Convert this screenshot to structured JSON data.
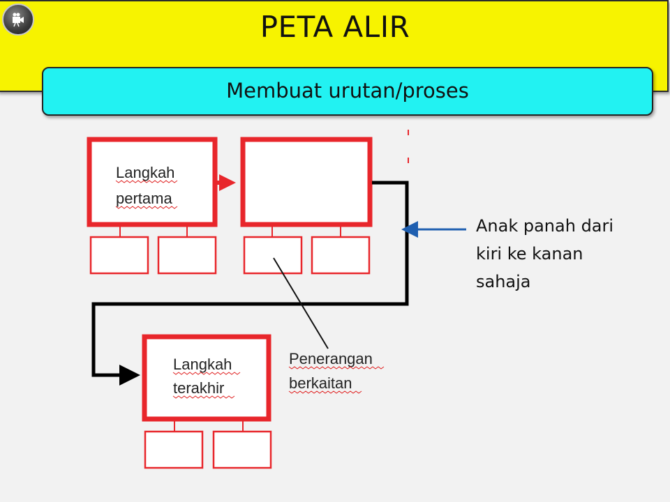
{
  "title": "PETA ALIR",
  "subtitle": "Membuat urutan/proses",
  "flowchart": {
    "first_step": [
      "Langkah",
      "pertama"
    ],
    "last_step": [
      "Langkah",
      "terakhir"
    ],
    "related_explanation": [
      "Penerangan",
      "berkaitan"
    ]
  },
  "note": {
    "lines": [
      "Anak panah dari",
      "kiri ke kanan",
      "sahaja"
    ]
  },
  "colors": {
    "header": "#f7f300",
    "subtitle_box": "#22f2f2",
    "box_border": "#e8262b",
    "connector": "#000000",
    "note_arrow": "#1f5fb0"
  },
  "icons": {
    "badge": "movie-camera-icon"
  }
}
